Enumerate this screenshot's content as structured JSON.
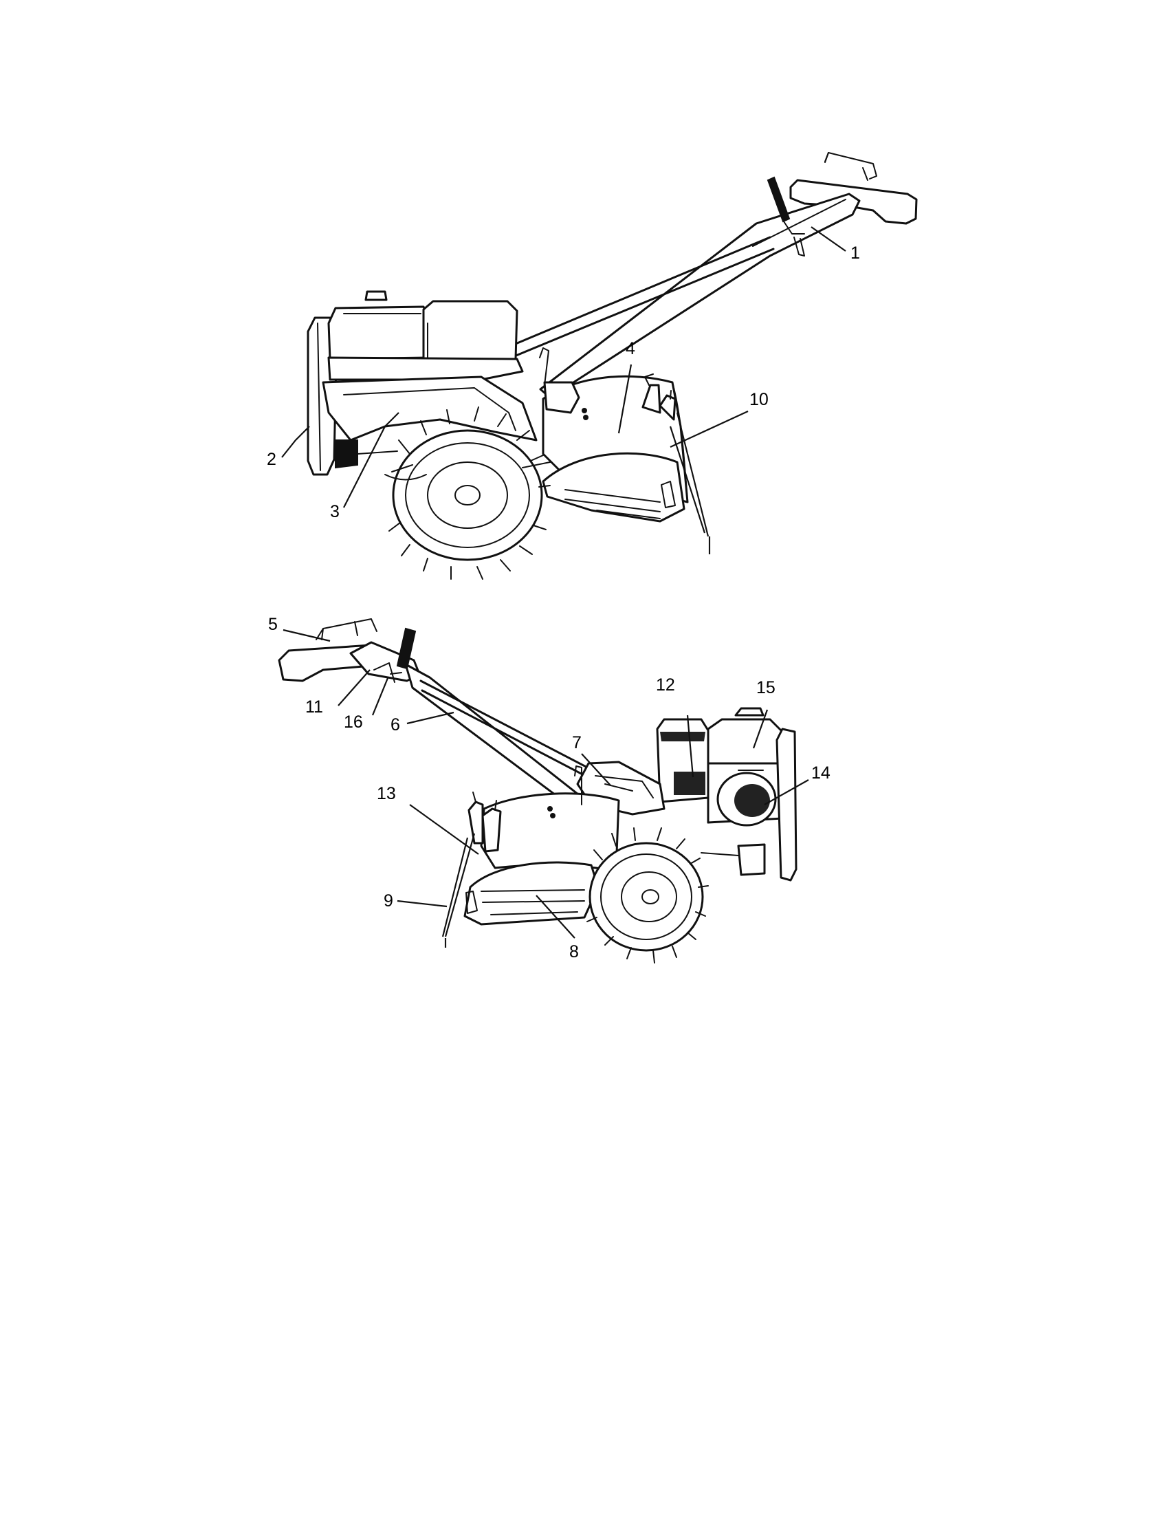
{
  "figure": {
    "top_view": {
      "callouts": [
        {
          "id": "c1",
          "label": "1"
        },
        {
          "id": "c2",
          "label": "2"
        },
        {
          "id": "c3",
          "label": "3"
        },
        {
          "id": "c4",
          "label": "4"
        },
        {
          "id": "c10",
          "label": "10"
        }
      ]
    },
    "bottom_view": {
      "callouts": [
        {
          "id": "c5",
          "label": "5"
        },
        {
          "id": "c6",
          "label": "6"
        },
        {
          "id": "c7",
          "label": "7"
        },
        {
          "id": "c8",
          "label": "8"
        },
        {
          "id": "c9",
          "label": "9"
        },
        {
          "id": "c11",
          "label": "11"
        },
        {
          "id": "c12",
          "label": "12"
        },
        {
          "id": "c13",
          "label": "13"
        },
        {
          "id": "c14",
          "label": "14"
        },
        {
          "id": "c15",
          "label": "15"
        },
        {
          "id": "c16",
          "label": "16"
        }
      ]
    }
  }
}
